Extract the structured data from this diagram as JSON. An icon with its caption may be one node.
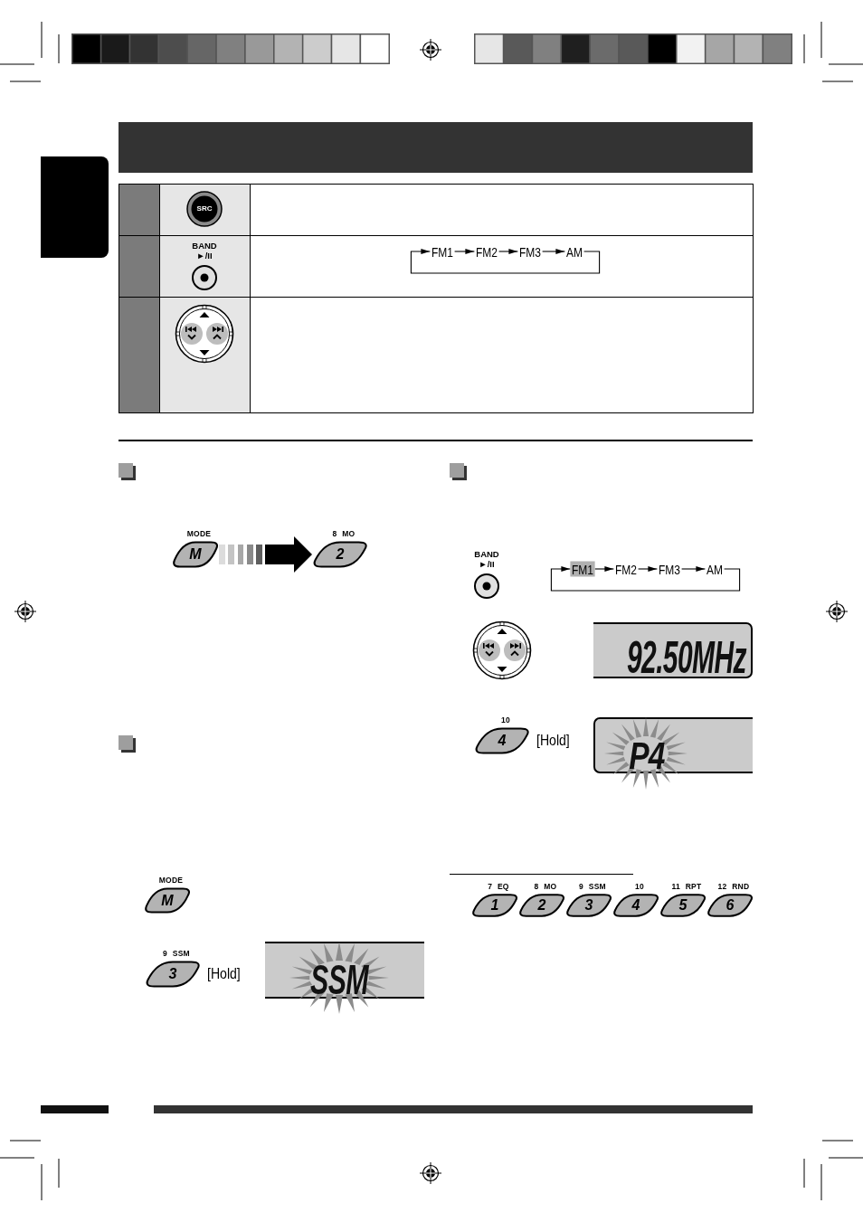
{
  "diagram": {
    "nodes": [
      {
        "text": [],
        "shape": "box"
      },
      {
        "text": [
          "SRC"
        ]
      },
      {
        "text": [
          "BAND ►/II"
        ]
      },
      {
        "text": [
          "FM1"
        ]
      },
      {
        "text": [
          "FM2"
        ]
      },
      {
        "text": [
          "FM3"
        ]
      },
      {
        "text": [
          "AM"
        ]
      },
      {
        "text": [
          "MODE",
          "M"
        ]
      },
      {
        "text": [
          "8 MO",
          "2"
        ]
      },
      {
        "text": [
          "MODE",
          "M"
        ]
      },
      {
        "text": [
          "9 SSM",
          "3"
        ],
        "beside": [
          "[Hold]"
        ]
      },
      {
        "text": [
          "SSM"
        ]
      },
      {
        "text": [
          "BAND ►/II"
        ]
      },
      {
        "text": [
          "FM1"
        ]
      },
      {
        "text": [
          "FM2"
        ]
      },
      {
        "text": [
          "FM3"
        ]
      },
      {
        "text": [
          "AM"
        ]
      },
      {
        "text": [
          "92.50MHz"
        ]
      },
      {
        "text": [
          "10",
          "4"
        ],
        "beside": [
          "[Hold]"
        ]
      },
      {
        "text": [
          "P4"
        ]
      },
      {
        "text": [
          "7 EQ",
          "1"
        ]
      },
      {
        "text": [
          "8 MO",
          "2"
        ]
      },
      {
        "text": [
          "9 SSM",
          "3"
        ]
      },
      {
        "text": [
          "10",
          "4"
        ]
      },
      {
        "text": [
          "11 RPT",
          "5"
        ]
      },
      {
        "text": [
          "12 RND",
          "6"
        ]
      }
    ],
    "edges": [
      {
        "from": 3,
        "to": 4,
        "arrow": "to"
      },
      {
        "from": 4,
        "to": 5,
        "arrow": "to"
      },
      {
        "from": 5,
        "to": 6,
        "arrow": "to"
      },
      {
        "from": 6,
        "to": 3,
        "arrow": "to"
      },
      {
        "from": 7,
        "to": 8,
        "arrow": "to",
        "style": "thick"
      },
      {
        "from": 13,
        "to": 14,
        "arrow": "to"
      },
      {
        "from": 14,
        "to": 15,
        "arrow": "to"
      },
      {
        "from": 15,
        "to": 16,
        "arrow": "to"
      },
      {
        "from": 16,
        "to": 13,
        "arrow": "to"
      }
    ]
  }
}
